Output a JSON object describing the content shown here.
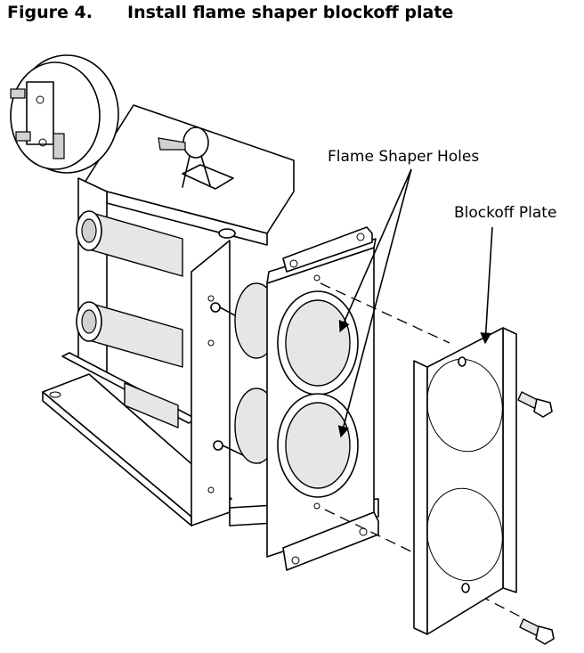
{
  "figure": {
    "number": "Figure 4.",
    "title": "Install flame shaper blockoff plate"
  },
  "callouts": {
    "flame_shaper_holes": "Flame Shaper Holes",
    "blockoff_plate": "Blockoff Plate"
  }
}
